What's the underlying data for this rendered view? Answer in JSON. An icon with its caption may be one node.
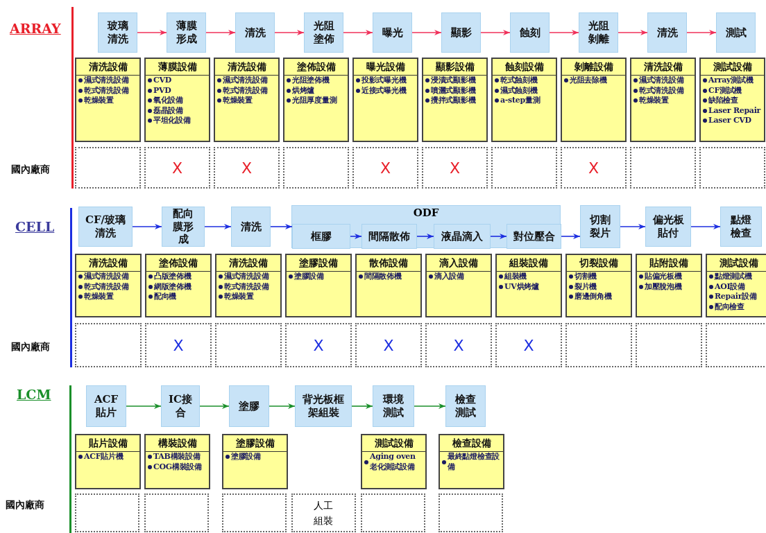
{
  "diagram": {
    "nodes": [
      {
        "text": [
          "玻璃清洗"
        ]
      },
      {
        "text": [
          "薄膜形成"
        ]
      },
      {
        "text": [
          "清洗"
        ]
      },
      {
        "text": [
          "光阻塗佈"
        ]
      },
      {
        "text": [
          "曝光"
        ]
      },
      {
        "text": [
          "顯影"
        ]
      },
      {
        "text": [
          "蝕刻"
        ]
      },
      {
        "text": [
          "光阻剝離"
        ]
      },
      {
        "text": [
          "清洗"
        ]
      },
      {
        "text": [
          "測試"
        ]
      },
      {
        "text": [
          "清洗設備",
          "濕式清洗設備",
          "乾式清洗設備",
          "乾燥裝置"
        ]
      },
      {
        "text": [
          "薄膜設備",
          "CVD",
          "PVD",
          "氧化設備",
          "磊晶設備",
          "平坦化設備"
        ]
      },
      {
        "text": [
          "清洗設備",
          "濕式清洗設備",
          "乾式清洗設備",
          "乾燥裝置"
        ]
      },
      {
        "text": [
          "塗佈設備",
          "光阻塗佈機",
          "烘烤爐",
          "光阻厚度量測"
        ]
      },
      {
        "text": [
          "曝光設備",
          "投影式曝光機",
          "近接式曝光機"
        ]
      },
      {
        "text": [
          "顯影設備",
          "浸漬式顯影機",
          "噴灑式顯影機",
          "攪拌式顯影機"
        ]
      },
      {
        "text": [
          "蝕刻設備",
          "乾式蝕刻機",
          "濕式蝕刻機",
          "a-step量測"
        ]
      },
      {
        "text": [
          "剝離設備",
          "光阻去除機"
        ]
      },
      {
        "text": [
          "清洗設備",
          "濕式清洗設備",
          "乾式清洗設備",
          "乾燥裝置"
        ]
      },
      {
        "text": [
          "測試設備",
          "Array測試機",
          "CF測試機",
          "缺陷檢查",
          "Laser Repair",
          "Laser CVD"
        ]
      },
      {
        "text": [],
        "shape": "box"
      },
      {
        "text": [
          "X"
        ]
      },
      {
        "text": [
          "X"
        ]
      },
      {
        "text": [],
        "shape": "box"
      },
      {
        "text": [
          "X"
        ]
      },
      {
        "text": [
          "X"
        ]
      },
      {
        "text": [],
        "shape": "box"
      },
      {
        "text": [
          "X"
        ]
      },
      {
        "text": [],
        "shape": "box"
      },
      {
        "text": [],
        "shape": "box"
      },
      {
        "text": [
          "CF/玻璃清洗"
        ]
      },
      {
        "text": [
          "配向膜形成"
        ]
      },
      {
        "text": [
          "清洗"
        ]
      },
      {
        "text": [
          "ODF"
        ]
      },
      {
        "text": [
          "框膠"
        ],
        "in": 33
      },
      {
        "text": [
          "間隔散佈"
        ],
        "in": 33
      },
      {
        "text": [
          "液晶滴入"
        ],
        "in": 33
      },
      {
        "text": [
          "對位壓合"
        ],
        "in": 33
      },
      {
        "text": [
          "切割裂片"
        ]
      },
      {
        "text": [
          "偏光板貼付"
        ]
      },
      {
        "text": [
          "點燈檢查"
        ]
      },
      {
        "text": [
          "清洗設備",
          "濕式清洗設備",
          "乾式清洗設備",
          "乾燥裝置"
        ]
      },
      {
        "text": [
          "塗佈設備",
          "凸版塗佈機",
          "網版塗佈機",
          "配向機"
        ]
      },
      {
        "text": [
          "清洗設備",
          "濕式清洗設備",
          "乾式清洗設備",
          "乾燥裝置"
        ]
      },
      {
        "text": [
          "塗膠設備",
          "塗膠設備"
        ]
      },
      {
        "text": [
          "散佈設備",
          "間隔散佈機"
        ]
      },
      {
        "text": [
          "滴入設備",
          "滴入設備"
        ]
      },
      {
        "text": [
          "組裝設備",
          "組裝機",
          "UV烘烤爐"
        ]
      },
      {
        "text": [
          "切裂設備",
          "切割機",
          "裂片機",
          "磨邊倒角機"
        ]
      },
      {
        "text": [
          "貼附設備",
          "貼偏光板機",
          "加壓脫泡機"
        ]
      },
      {
        "text": [
          "測試設備",
          "點燈測試機",
          "AOI設備",
          "Repair設備",
          "配向檢查"
        ]
      },
      {
        "text": [],
        "shape": "box"
      },
      {
        "text": [
          "X"
        ]
      },
      {
        "text": [],
        "shape": "box"
      },
      {
        "text": [
          "X"
        ]
      },
      {
        "text": [
          "X"
        ]
      },
      {
        "text": [
          "X"
        ]
      },
      {
        "text": [
          "X"
        ]
      },
      {
        "text": [],
        "shape": "box"
      },
      {
        "text": [],
        "shape": "box"
      },
      {
        "text": [],
        "shape": "box"
      },
      {
        "text": [
          "ACF貼片"
        ]
      },
      {
        "text": [
          "IC接合"
        ]
      },
      {
        "text": [
          "塗膠"
        ]
      },
      {
        "text": [
          "背光板框架組裝"
        ]
      },
      {
        "text": [
          "環境測試"
        ]
      },
      {
        "text": [
          "檢查測試"
        ]
      },
      {
        "text": [
          "貼片設備",
          "ACF貼片機"
        ]
      },
      {
        "text": [
          "構裝設備",
          "TAB構裝設備",
          "COG構裝設備"
        ]
      },
      {
        "text": [
          "塗膠設備",
          "塗膠設備"
        ]
      },
      {
        "text": [
          "測試設備",
          "Aging oven 老化測試設備"
        ]
      },
      {
        "text": [
          "檢查設備",
          "最終點燈檢查設備"
        ]
      },
      {
        "text": [],
        "shape": "box"
      },
      {
        "text": [],
        "shape": "box"
      },
      {
        "text": [],
        "shape": "box"
      },
      {
        "text": [
          "人工組裝"
        ]
      },
      {
        "text": [],
        "shape": "box"
      },
      {
        "text": [],
        "shape": "box"
      }
    ],
    "edges": [
      {
        "from": 0,
        "to": 1,
        "arrow": "to",
        "color": "#f0305a"
      },
      {
        "from": 1,
        "to": 2,
        "arrow": "to",
        "color": "#f0305a"
      },
      {
        "from": 2,
        "to": 3,
        "arrow": "to",
        "color": "#f0305a"
      },
      {
        "from": 3,
        "to": 4,
        "arrow": "to",
        "color": "#f0305a"
      },
      {
        "from": 4,
        "to": 5,
        "arrow": "to",
        "color": "#f0305a"
      },
      {
        "from": 5,
        "to": 6,
        "arrow": "to",
        "color": "#f0305a"
      },
      {
        "from": 6,
        "to": 7,
        "arrow": "to",
        "color": "#f0305a"
      },
      {
        "from": 7,
        "to": 8,
        "arrow": "to",
        "color": "#f0305a"
      },
      {
        "from": 8,
        "to": 9,
        "arrow": "to",
        "color": "#f0305a"
      },
      {
        "from": 30,
        "to": 31,
        "arrow": "to",
        "color": "#1c2ee0"
      },
      {
        "from": 31,
        "to": 32,
        "arrow": "to",
        "color": "#1c2ee0"
      },
      {
        "from": 32,
        "to": 34,
        "arrow": "to",
        "color": "#1c2ee0"
      },
      {
        "from": 34,
        "to": 35,
        "arrow": "to",
        "color": "#1c2ee0"
      },
      {
        "from": 35,
        "to": 36,
        "arrow": "to",
        "color": "#1c2ee0"
      },
      {
        "from": 36,
        "to": 37,
        "arrow": "to",
        "color": "#1c2ee0"
      },
      {
        "from": 37,
        "to": 38,
        "arrow": "to",
        "color": "#1c2ee0"
      },
      {
        "from": 38,
        "to": 39,
        "arrow": "to",
        "color": "#1c2ee0"
      },
      {
        "from": 39,
        "to": 40,
        "arrow": "to",
        "color": "#1c2ee0"
      },
      {
        "from": 61,
        "to": 62,
        "arrow": "to",
        "color": "#1a8f2a"
      },
      {
        "from": 62,
        "to": 63,
        "arrow": "to",
        "color": "#1a8f2a"
      },
      {
        "from": 63,
        "to": 64,
        "arrow": "to",
        "color": "#1a8f2a"
      },
      {
        "from": 64,
        "to": 65,
        "arrow": "to",
        "color": "#1a8f2a"
      },
      {
        "from": 65,
        "to": 66,
        "arrow": "to",
        "color": "#1a8f2a"
      }
    ],
    "labels": [
      "ARRAY",
      "國內廠商",
      "CELL",
      "國內廠商",
      "LCM",
      "國內廠商"
    ]
  }
}
